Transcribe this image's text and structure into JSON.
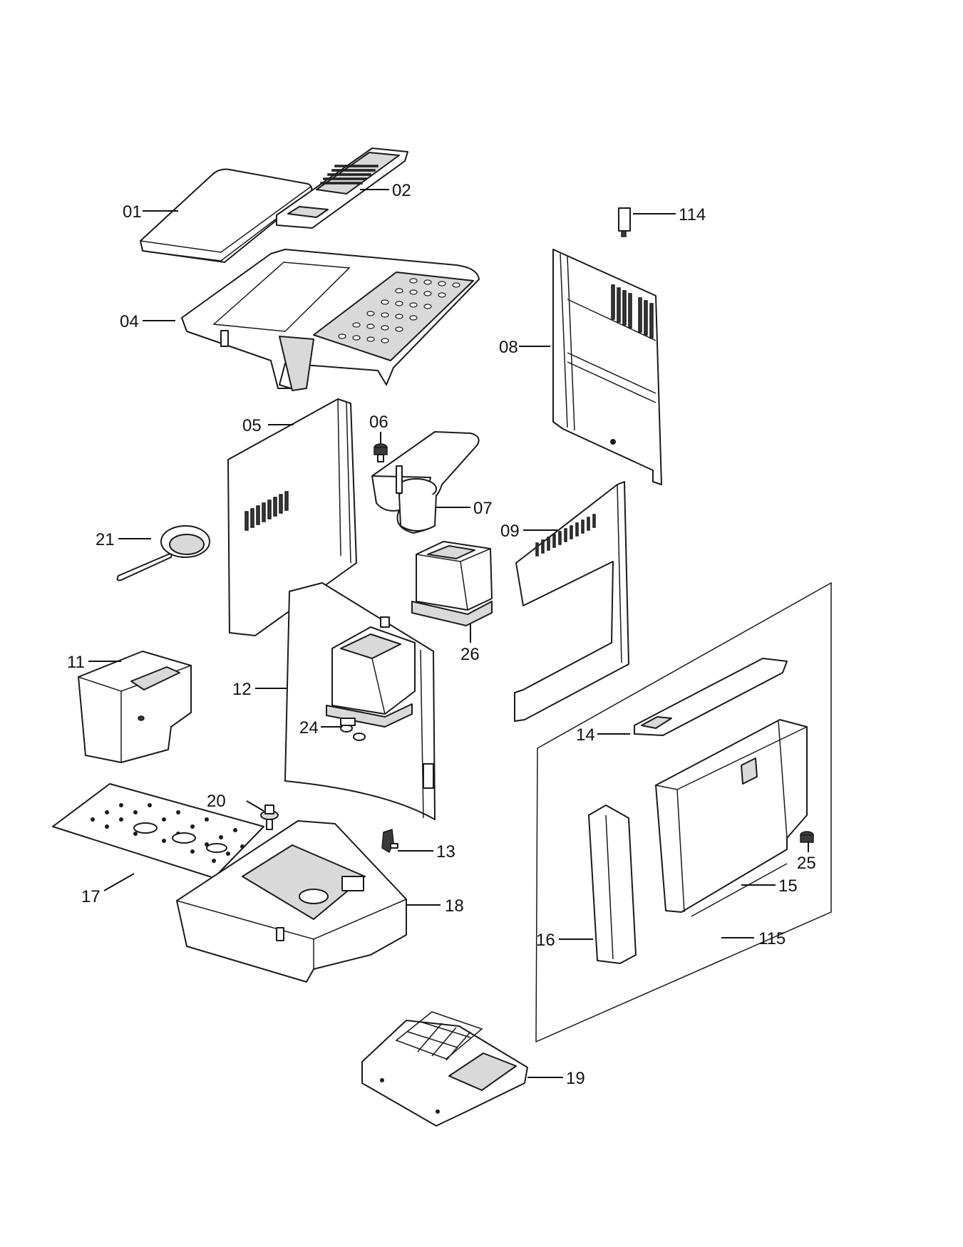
{
  "labels": {
    "p01": "01",
    "p02": "02",
    "p04": "04",
    "p05": "05",
    "p06": "06",
    "p07": "07",
    "p08": "08",
    "p09": "09",
    "p11": "11",
    "p12": "12",
    "p13": "13",
    "p14": "14",
    "p15": "15",
    "p16": "16",
    "p17": "17",
    "p18": "18",
    "p19": "19",
    "p20": "20",
    "p21": "21",
    "p24": "24",
    "p25": "25",
    "p26": "26",
    "p114": "114",
    "p115": "115"
  }
}
